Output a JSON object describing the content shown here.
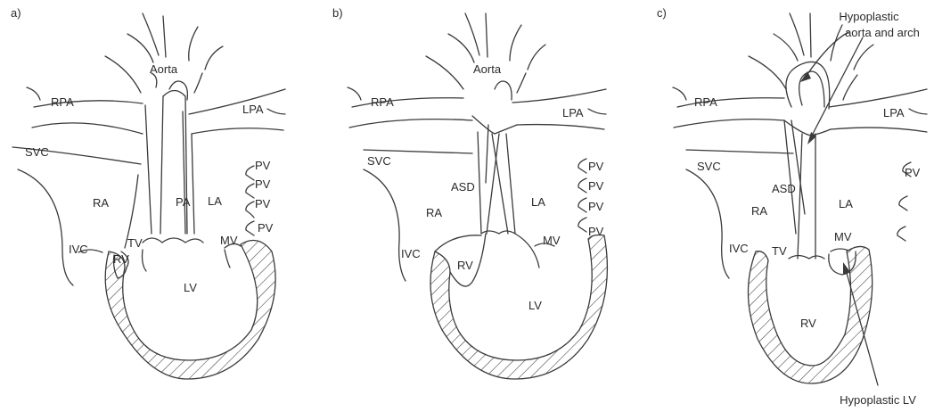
{
  "panels": {
    "a": {
      "letter": "a)",
      "labels": {
        "aorta": "Aorta",
        "rpa": "RPA",
        "lpa": "LPA",
        "svc": "SVC",
        "ra": "RA",
        "pa": "PA",
        "la": "LA",
        "pv1": "PV",
        "pv2": "PV",
        "pv3": "PV",
        "pv4": "PV",
        "ivc": "IVC",
        "tv": "TV",
        "rv": "RV",
        "mv": "MV",
        "lv": "LV"
      }
    },
    "b": {
      "letter": "b)",
      "labels": {
        "aorta": "Aorta",
        "rpa": "RPA",
        "lpa": "LPA",
        "svc": "SVC",
        "asd": "ASD",
        "ra": "RA",
        "la": "LA",
        "pv1": "PV",
        "pv2": "PV",
        "pv3": "PV",
        "pv4": "PV",
        "ivc": "IVC",
        "rv": "RV",
        "mv": "MV",
        "lv": "LV"
      }
    },
    "c": {
      "letter": "c)",
      "labels": {
        "rpa": "RPA",
        "lpa": "LPA",
        "svc": "SVC",
        "asd": "ASD",
        "ra": "RA",
        "la": "LA",
        "pv": "PV",
        "ivc": "IVC",
        "tv": "TV",
        "mv": "MV",
        "rv": "RV"
      },
      "annotations": {
        "hypoplastic_aorta_line1": "Hypoplastic",
        "hypoplastic_aorta_line2": "aorta and arch",
        "hypoplastic_lv": "Hypoplastic LV"
      }
    }
  }
}
